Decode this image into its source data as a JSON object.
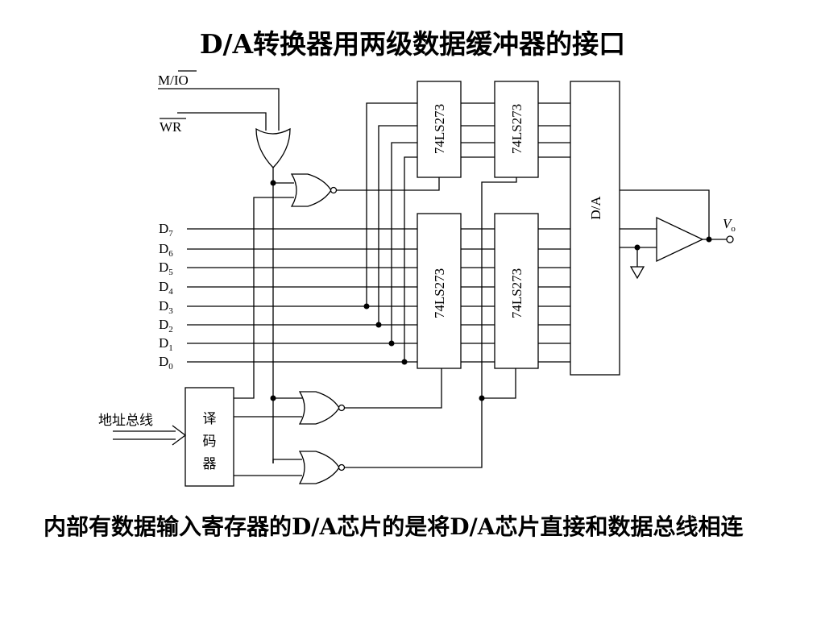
{
  "title": "D/A转换器用两级数据缓冲器的接口",
  "signals": {
    "mio": "M/IO",
    "mio_prefix": "M/",
    "mio_bar": "IO",
    "wr": "WR",
    "data": [
      {
        "base": "D",
        "sub": "7"
      },
      {
        "base": "D",
        "sub": "6"
      },
      {
        "base": "D",
        "sub": "5"
      },
      {
        "base": "D",
        "sub": "4"
      },
      {
        "base": "D",
        "sub": "3"
      },
      {
        "base": "D",
        "sub": "2"
      },
      {
        "base": "D",
        "sub": "1"
      },
      {
        "base": "D",
        "sub": "0"
      }
    ],
    "addr_bus": "地址总线",
    "vo_base": "V",
    "vo_sub": "o"
  },
  "chips": {
    "latch_top_1": "74LS273",
    "latch_top_2": "74LS273",
    "latch_bot_1": "74LS273",
    "latch_bot_2": "74LS273",
    "dac": "D/A",
    "decoder": [
      "译",
      "码",
      "器"
    ]
  },
  "caption": "内部有数据输入寄存器的D/A芯片的是将D/A芯片直接和数据总线相连"
}
